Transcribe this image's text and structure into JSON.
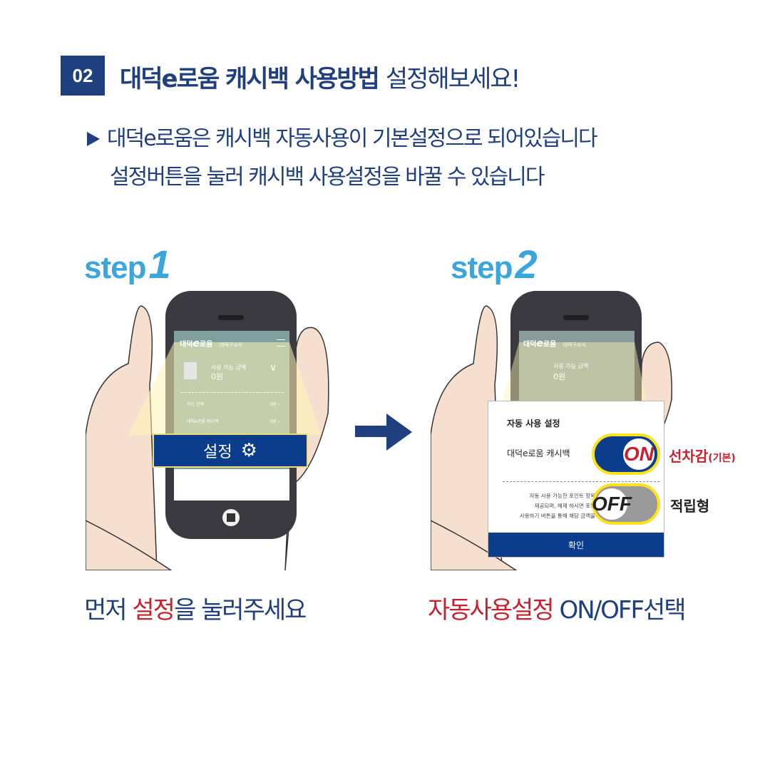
{
  "header": {
    "badge": "02",
    "title_bold": "대덕e로움 캐시백 사용방법",
    "title_normal": "설정해보세요!"
  },
  "description": {
    "line1": "대덕e로움은 캐시백 자동사용이 기본설정으로 되어있습니다",
    "line2": "설정버튼을 눌러 캐시백 사용설정을 바꿀 수 있습니다"
  },
  "step1": {
    "label": "step",
    "number": "1",
    "app": {
      "brand": "대덕",
      "brand2": "로움",
      "subtitle": "대덕구소식",
      "balance_label": "사용 가능 금액",
      "balance_value": "0원",
      "rows": [
        {
          "label": "카드 잔액",
          "value": "0원"
        },
        {
          "label": "대덕e로움 캐시백",
          "value": "0원"
        }
      ],
      "setting_button": "설정"
    },
    "caption_pre": "먼저 ",
    "caption_highlight": "설정",
    "caption_post": "을 눌러주세요"
  },
  "step2": {
    "label": "step",
    "number": "2",
    "app": {
      "brand": "대덕",
      "brand2": "로움",
      "subtitle": "대덕구소식",
      "balance_label": "사용 가능 금액",
      "balance_value": "0원"
    },
    "popup": {
      "title": "자동 사용 설정",
      "row_label": "대덕e로움 캐시백",
      "note_line1": "자동 사용 가능한 포인트 항목",
      "note_line2": "제공되며, 해제 하시면 포인",
      "note_line3": "사용하기 버튼을 통해 해당 금액을",
      "confirm": "확인"
    },
    "toggle_on": "ON",
    "toggle_off": "OFF",
    "on_label": "선차감",
    "on_label_sub": "(기본)",
    "off_label": "적립형",
    "caption_highlight": "자동사용설정",
    "caption_post": " ON/OFF선택"
  },
  "colors": {
    "navy": "#1f3f7e",
    "sky": "#3aa6dc",
    "red": "#c8202d",
    "yellow": "#ffe21d"
  }
}
